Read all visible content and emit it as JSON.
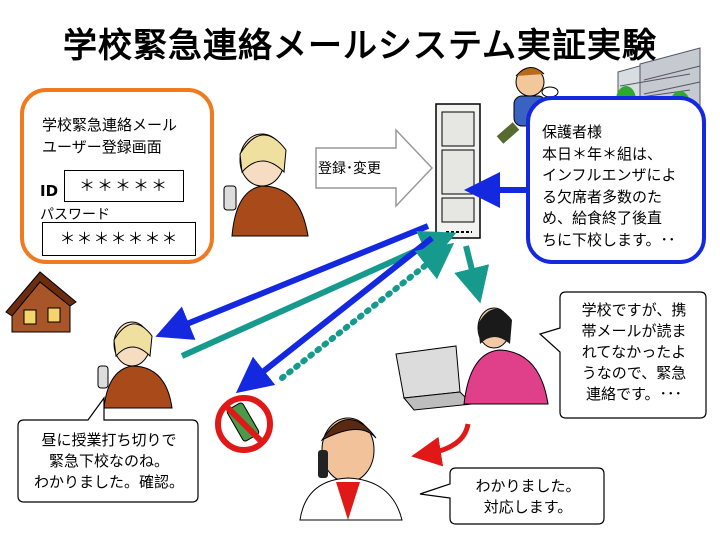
{
  "title": "学校緊急連絡メールシステム実証実験",
  "registration": {
    "heading_line1": "学校緊急連絡メール",
    "heading_line2": "ユーザー登録画面",
    "id_label": "ID",
    "id_value": "＊＊＊＊＊",
    "password_label": "パスワード",
    "password_value": "＊＊＊＊＊＊＊"
  },
  "arrow_label": "登録･変更",
  "notice": {
    "text": "保護者様\n本日＊年＊組は、\nインフルエンザによ\nる欠席者多数のた\nめ、給食終了後直\nちに下校します。･･"
  },
  "bubbles": {
    "parent": "昼に授業打ち切りで\n緊急下校なのね。\nわかりました。確認。",
    "school": "学校ですが、携\n帯メールが読ま\nれてなかったよ\nうなので、緊急\n連絡です。･･･",
    "reply": "わかりました。\n対応します。"
  },
  "colors": {
    "orange": "#f07a20",
    "blue": "#1428e0",
    "teal": "#179a8e",
    "red": "#e01818"
  }
}
